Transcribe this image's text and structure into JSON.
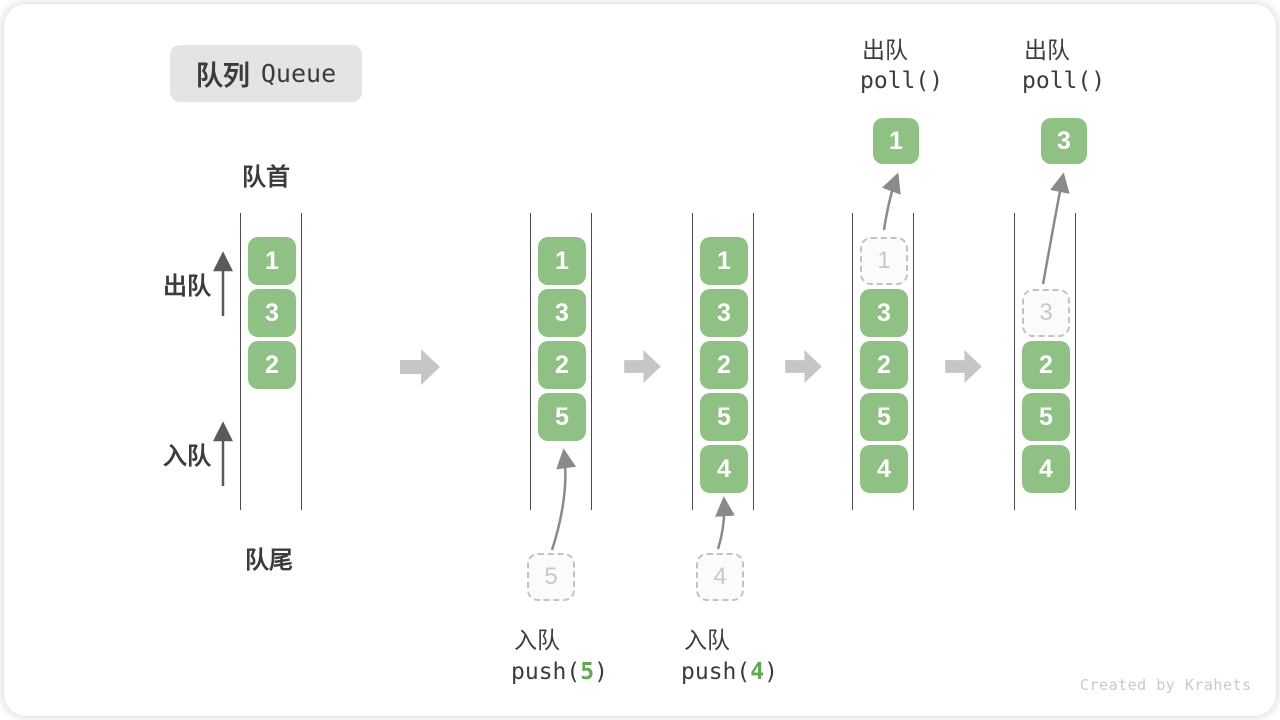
{
  "title": {
    "zh": "队列",
    "en": "Queue"
  },
  "labels": {
    "front": "队首",
    "rear": "队尾",
    "dequeue": "出队",
    "enqueue": "入队"
  },
  "credit": "Created by Krahets",
  "colors": {
    "cell_green": "#8fc184",
    "code_arg_green": "#62a855",
    "block_arrow_gray": "#c6c6c6",
    "wall_line": "#4a4a4a",
    "text_dark": "#3c3c3c",
    "ghost_border": "#c2c2c2",
    "ghost_text": "#c8c8c8",
    "badge_bg": "#e4e4e4",
    "curve_arrow": "#8a8a8a"
  },
  "queue1": {
    "cells": [
      "1",
      "3",
      "2"
    ]
  },
  "queue2": {
    "cells": [
      "1",
      "3",
      "2",
      "5"
    ],
    "incoming": "5",
    "op_label": "入队",
    "op_fn": "push(",
    "op_arg": "5",
    "op_close": ")"
  },
  "queue3": {
    "cells": [
      "1",
      "3",
      "2",
      "5",
      "4"
    ],
    "incoming": "4",
    "op_label": "入队",
    "op_fn": "push(",
    "op_arg": "4",
    "op_close": ")"
  },
  "queue4": {
    "ghost": "1",
    "cells": [
      "3",
      "2",
      "5",
      "4"
    ],
    "outgoing": "1",
    "op_label": "出队",
    "op_fn": "poll()"
  },
  "queue5": {
    "ghost": "3",
    "cells": [
      "2",
      "5",
      "4"
    ],
    "outgoing": "3",
    "op_label": "出队",
    "op_fn": "poll()"
  }
}
